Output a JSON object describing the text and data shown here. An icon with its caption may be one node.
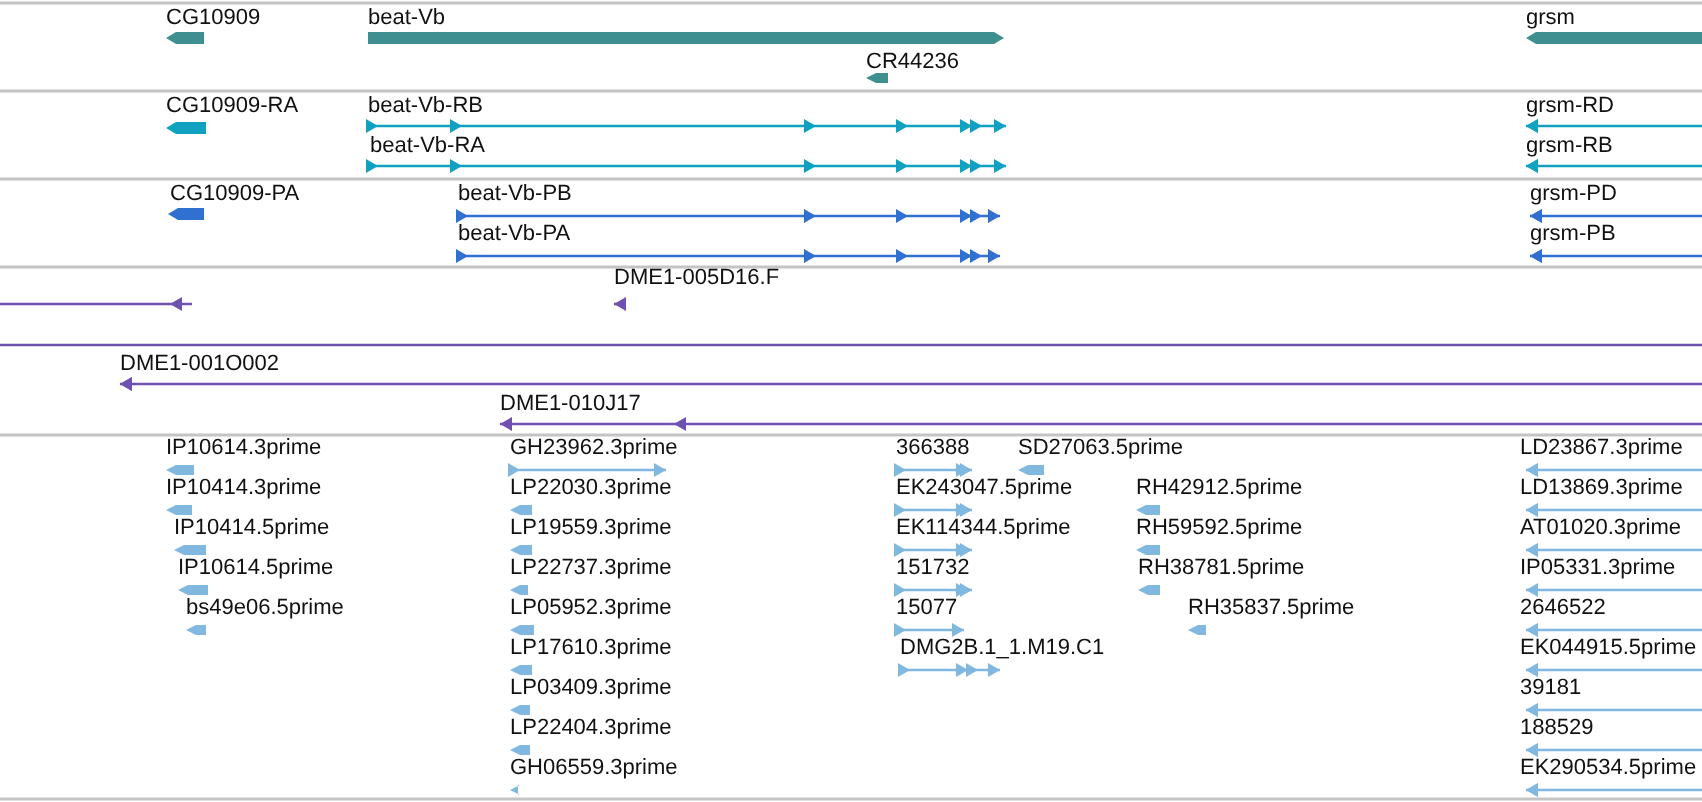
{
  "diagram": {
    "labels": [
      "CG10909",
      "beat-Vb",
      "grsm",
      "CR44236",
      "CG10909-RA",
      "beat-Vb-RB",
      "grsm-RD",
      "beat-Vb-RA",
      "grsm-RB",
      "CG10909-PA",
      "beat-Vb-PB",
      "grsm-PD",
      "beat-Vb-PA",
      "grsm-PB",
      "DME1-005D16.F",
      "DME1-001O002",
      "DME1-010J17",
      "IP10614.3prime",
      "GH23962.3prime",
      "366388",
      "SD27063.5prime",
      "LD23867.3prime",
      "IP10414.3prime",
      "LP22030.3prime",
      "EK243047.5prime",
      "RH42912.5prime",
      "LD13869.3prime",
      "IP10414.5prime",
      "LP19559.3prime",
      "EK114344.5prime",
      "RH59592.5prime",
      "AT01020.3prime",
      "IP10614.5prime",
      "LP22737.3prime",
      "151732",
      "RH38781.5prime",
      "IP05331.3prime",
      "bs49e06.5prime",
      "LP05952.3prime",
      "15077",
      "RH35837.5prime",
      "2646522",
      "LP17610.3prime",
      "DMG2B.1_1.M19.C1",
      "EK044915.5prime",
      "LP03409.3prime",
      "39181",
      "LP22404.3prime",
      "188529",
      "GH06559.3prime",
      "EK290534.5prime"
    ]
  }
}
